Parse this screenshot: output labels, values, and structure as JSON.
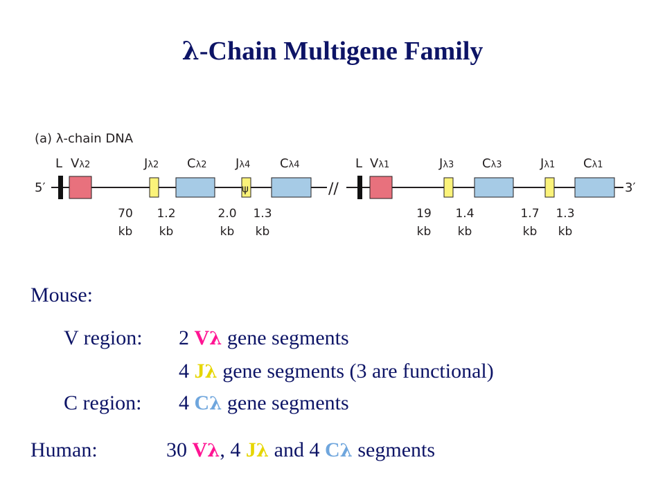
{
  "title": {
    "lambda": "λ",
    "text": "-Chain Multigene Family"
  },
  "diagram": {
    "caption": "(a) λ-chain DNA",
    "end5": "5′",
    "end3": "3′",
    "break_mark": "//",
    "segments": [
      {
        "id": "L1",
        "type": "L",
        "label": "L"
      },
      {
        "id": "V2",
        "type": "V",
        "label": "V",
        "sub": "λ2"
      },
      {
        "id": "J2",
        "type": "J",
        "label": "J",
        "sub": "λ2"
      },
      {
        "id": "C2",
        "type": "C",
        "label": "C",
        "sub": "λ2"
      },
      {
        "id": "J4",
        "type": "J",
        "label": "J",
        "sub": "λ4",
        "pseudo": "ψ"
      },
      {
        "id": "C4",
        "type": "C",
        "label": "C",
        "sub": "λ4"
      },
      {
        "id": "L2",
        "type": "L",
        "label": "L"
      },
      {
        "id": "V1",
        "type": "V",
        "label": "V",
        "sub": "λ1"
      },
      {
        "id": "J3",
        "type": "J",
        "label": "J",
        "sub": "λ3"
      },
      {
        "id": "C3",
        "type": "C",
        "label": "C",
        "sub": "λ3"
      },
      {
        "id": "J1",
        "type": "J",
        "label": "J",
        "sub": "λ1"
      },
      {
        "id": "C1",
        "type": "C",
        "label": "C",
        "sub": "λ1"
      }
    ],
    "distances": [
      {
        "value": "70",
        "unit": "kb"
      },
      {
        "value": "1.2",
        "unit": "kb"
      },
      {
        "value": "2.0",
        "unit": "kb"
      },
      {
        "value": "1.3",
        "unit": "kb"
      },
      {
        "value": "19",
        "unit": "kb"
      },
      {
        "value": "1.4",
        "unit": "kb"
      },
      {
        "value": "1.7",
        "unit": "kb"
      },
      {
        "value": "1.3",
        "unit": "kb"
      }
    ],
    "colors": {
      "V": "#e8717d",
      "J": "#fbf37a",
      "C": "#a6cbe6",
      "L": "#111111",
      "line": "#231f20"
    }
  },
  "mouse": {
    "heading": "Mouse:",
    "v_region": {
      "label": "V region:",
      "count": "2",
      "sym": "V",
      "sub": "λ",
      "rest": " gene segments"
    },
    "j_line": {
      "count": "4",
      "sym": "J",
      "sub": "λ",
      "rest": " gene segments (3 are functional)"
    },
    "c_region": {
      "label": "C region:",
      "count": "4",
      "sym": "C",
      "sub": "λ",
      "rest": " gene segments"
    }
  },
  "human": {
    "label": "Human:",
    "v_count": "30",
    "v_sym": "V",
    "v_sub": "λ",
    "sep1": ", ",
    "j_count": "4",
    "j_sym": "J",
    "j_sub": "λ",
    "sep2": " and ",
    "c_count": "4",
    "c_sym": "C",
    "c_sub": "λ",
    "rest": " segments"
  }
}
